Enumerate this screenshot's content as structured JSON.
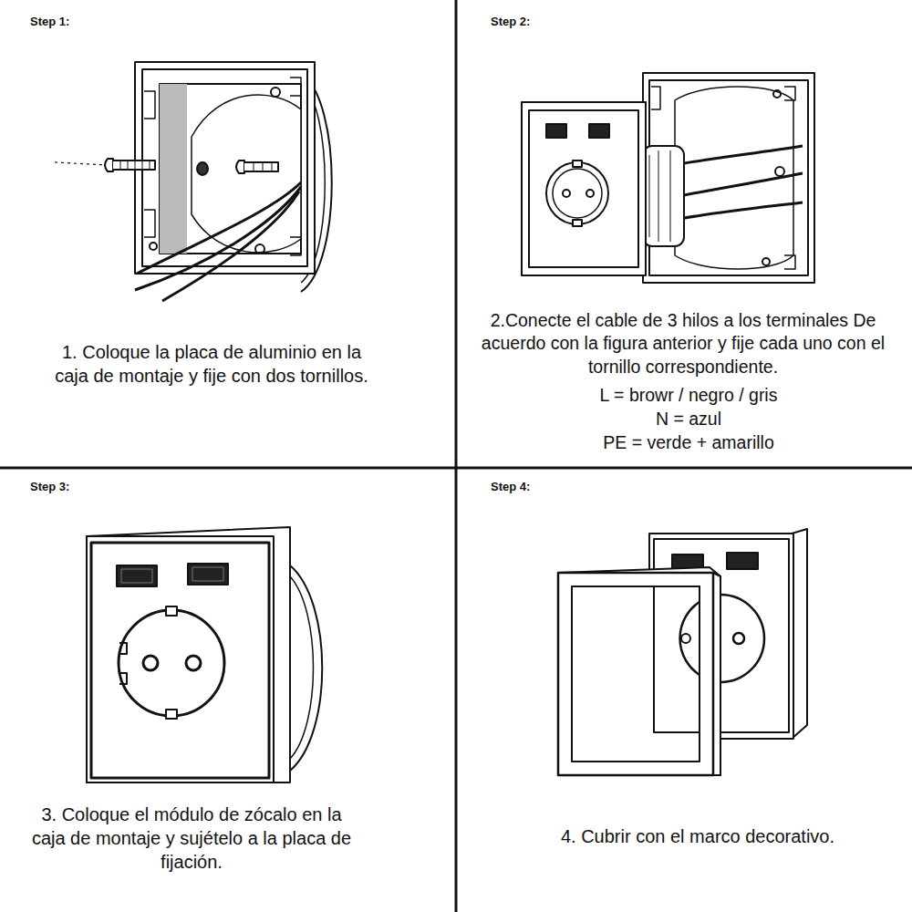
{
  "diagram": {
    "labels": [
      "Step 1:",
      "1. Coloque la placa de aluminio en la caja de montaje y fije con dos tornillos.",
      "Step 2:",
      "2.Conecte el cable de 3 hilos a los terminales De acuerdo con la figura anterior y fije cada uno con el tornillo correspondiente.",
      "L = browr / negro / gris",
      "N = azul",
      "PE = verde + amarillo",
      "Step 3:",
      "3. Coloque el módulo de zócalo en la caja de montaje y sujételo a la placa de fijación.",
      "Step 4:",
      "4. Cubrir con el marco decorativo."
    ]
  }
}
